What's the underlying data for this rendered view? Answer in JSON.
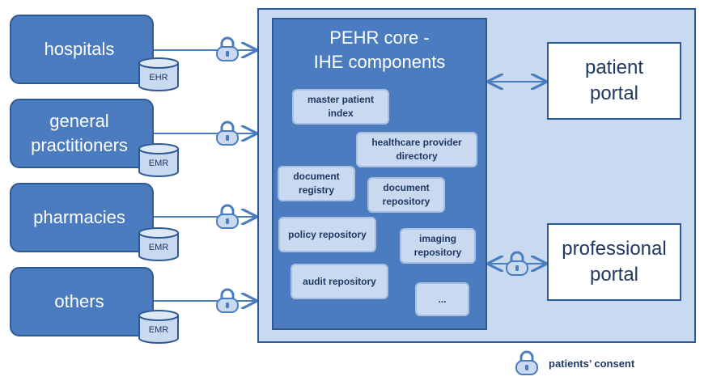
{
  "sources": [
    {
      "label": "hospitals",
      "db": "EHR"
    },
    {
      "label": "general practitioners",
      "db": "EMR"
    },
    {
      "label": "pharmacies",
      "db": "EMR"
    },
    {
      "label": "others",
      "db": "EMR"
    }
  ],
  "core": {
    "title_line1": "PEHR core -",
    "title_line2": "IHE components",
    "components": [
      {
        "label": "master patient index"
      },
      {
        "label": "healthcare provider directory"
      },
      {
        "label": "document registry"
      },
      {
        "label": "document repository"
      },
      {
        "label": "policy repository"
      },
      {
        "label": "imaging repository"
      },
      {
        "label": "audit repository"
      },
      {
        "label": "..."
      }
    ]
  },
  "portals": {
    "patient": "patient portal",
    "professional": "professional portal"
  },
  "legend": {
    "label": "patients’ consent",
    "icon": "padlock-icon"
  },
  "colors": {
    "box_fill": "#4a7cbf",
    "box_border": "#2f5a95",
    "light_fill": "#c9d9ef",
    "text_dark": "#1f3864"
  }
}
